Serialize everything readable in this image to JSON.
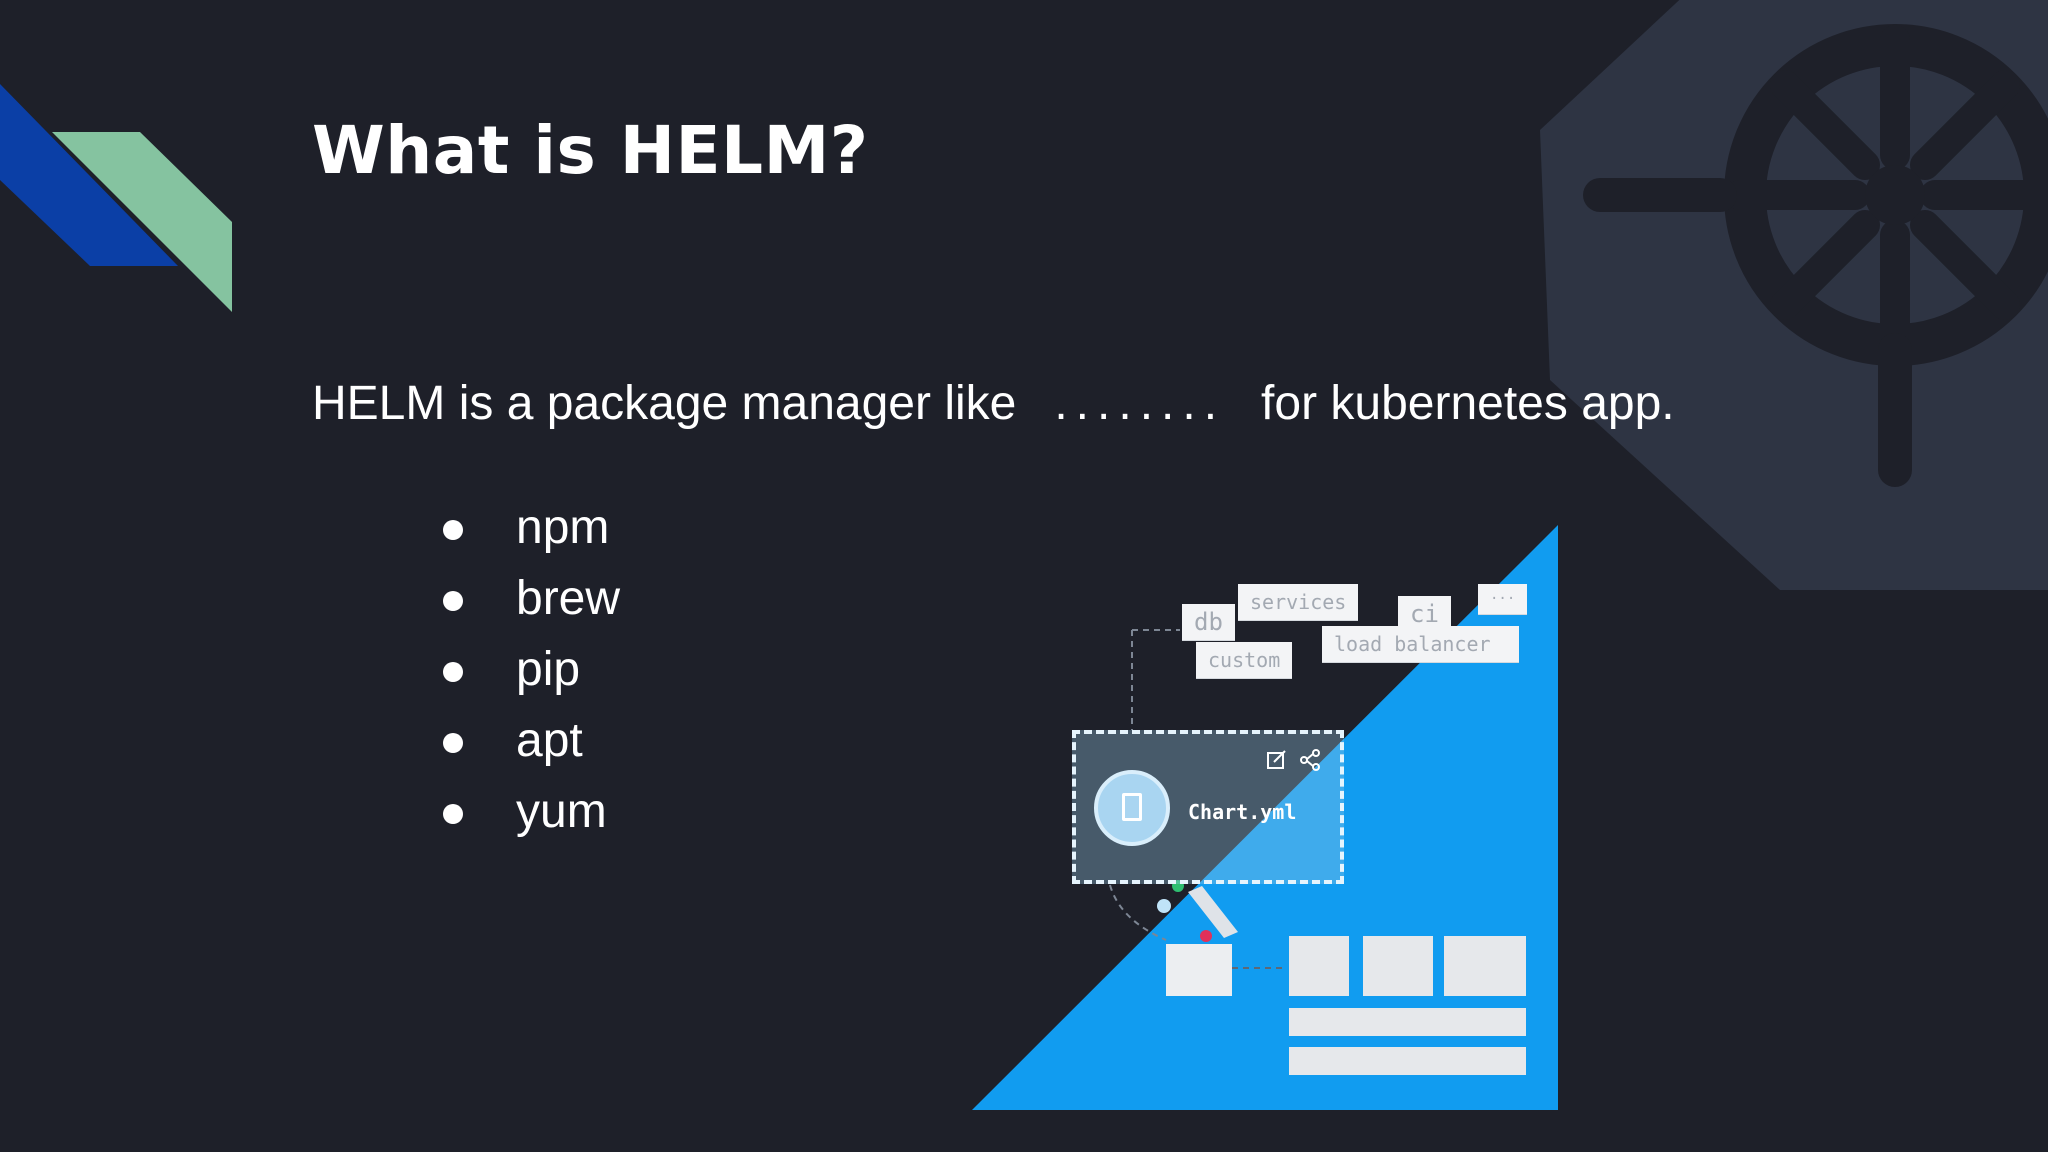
{
  "slide": {
    "title": "What is HELM?",
    "intro": {
      "lead": "HELM is a package manager like",
      "dots": "........",
      "tail": "for kubernetes app."
    },
    "bullets": [
      "npm",
      "brew",
      "pip",
      "apt",
      "yum"
    ]
  },
  "illustration": {
    "tags": {
      "db": "db",
      "services": "services",
      "ci": "ci",
      "more": "···",
      "custom": "custom",
      "load_balancer": "load balancer"
    },
    "chart_file": "Chart.yml",
    "icons": [
      "document-icon",
      "edit-icon",
      "share-icon"
    ]
  },
  "colors": {
    "background": "#1e2029",
    "accent_blue": "#0b3fa6",
    "accent_green": "#85c3a0",
    "illustration_blue": "#119cf0",
    "wheel": "#2e3443"
  },
  "decorations": [
    "corner-stripes",
    "helm-wheel-logo"
  ]
}
